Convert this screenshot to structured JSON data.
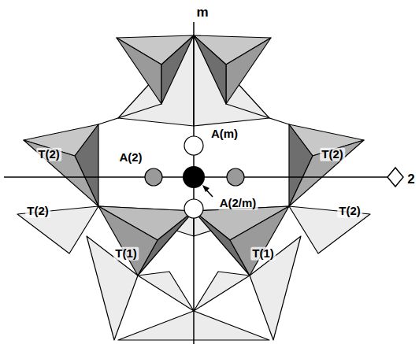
{
  "diagram": {
    "labels": [
      "m",
      "A(m)",
      "T(2)",
      "A(2)",
      "T(2)",
      "2",
      "A(2/m)",
      "T(2)",
      "T(2)",
      "T(1)",
      "T(1)"
    ]
  }
}
